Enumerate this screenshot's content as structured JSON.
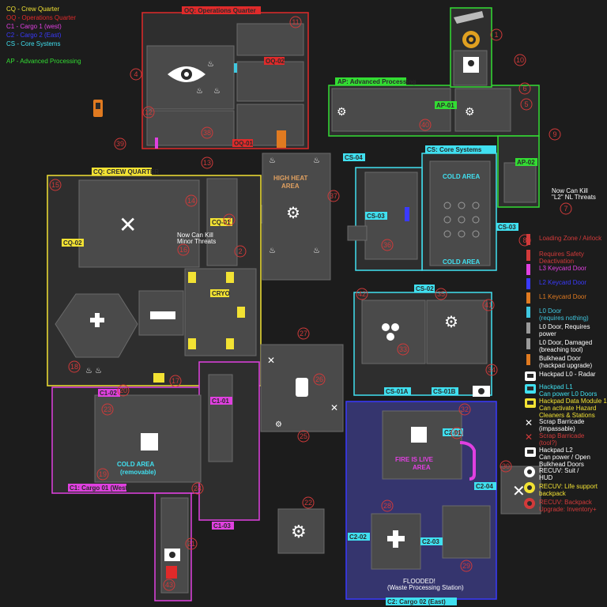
{
  "key": [
    {
      "text": "CQ - Crew Quarter",
      "color": "#f2e233"
    },
    {
      "text": "OQ - Operations Quarter",
      "color": "#e02a2a"
    },
    {
      "text": "C1 - Cargo 1 (west)",
      "color": "#e040e0"
    },
    {
      "text": "C2 - Cargo 2 (East)",
      "color": "#3a3aff"
    },
    {
      "text": "CS - Core Systems",
      "color": "#40e0f0"
    },
    {
      "text": "",
      "color": "#40e0f0"
    },
    {
      "text": "AP - Advanced Processing",
      "color": "#33dd33"
    }
  ],
  "zones": {
    "oq": "OQ: Operations Quarter",
    "ap": "AP: Advanced Processing",
    "cs": "CS: Core Systems",
    "cq": "CQ: CREW QUARTER",
    "c1": "C1: Cargo 01 (West)",
    "c2": "C2: Cargo 02 (East)"
  },
  "rooms": {
    "oq01": "OQ-01",
    "oq02": "OQ-02",
    "ap01": "AP-01",
    "ap02": "AP-02",
    "cs01a": "CS-01A",
    "cs01b": "CS-01B",
    "cs02": "CS-02",
    "cs03a": "CS-03",
    "cs03b": "CS-03",
    "cs04": "CS-04",
    "cq01": "CQ-01",
    "cq02": "CQ-02",
    "cryo": "CRYO",
    "c101": "C1-01",
    "c102": "C1-02",
    "c103": "C1-03",
    "c201": "C2-01",
    "c202": "C2-02",
    "c203": "C2-03",
    "c204": "C2-04"
  },
  "areas": {
    "high_heat": "HIGH HEAT",
    "high_heat2": "AREA",
    "cold_top": "COLD AREA",
    "cold_bottom": "COLD AREA",
    "cold_west1": "COLD AREA",
    "cold_west2": "(removable)",
    "fire": "FIRE IS LIVE",
    "fire2": "AREA",
    "flooded": "FLOODED!",
    "flooded2": "(Waste Processing Station)"
  },
  "notes": {
    "cq_threats": "Now Can Kill",
    "cq_threats2": "Minor Threats",
    "ap_threats": "Now Can Kill",
    "ap_threats2": "\"L2\" NL Threats"
  },
  "legend": [
    {
      "text": "Loading Zone / Airlock",
      "color": "#d23a3a",
      "icon": "loading-zone-icon"
    },
    {
      "text": "Requires Safety",
      "text2": "Deactivation",
      "color": "#d23a3a",
      "icon": "safety-door-icon"
    },
    {
      "text": "L3 Keycard Door",
      "color": "#e040e0",
      "icon": "l3-keycard-door-icon"
    },
    {
      "text": "L2 Keycard Door",
      "color": "#3a3aff",
      "icon": "l2-keycard-door-icon"
    },
    {
      "text": "L1 Keycard Door",
      "color": "#e07a20",
      "icon": "l1-keycard-door-icon"
    },
    {
      "text": "L0 Door",
      "text2": "(requires nothing)",
      "color": "#40c8e0",
      "icon": "l0-door-icon"
    },
    {
      "text": "L0 Door, Requires",
      "text2": "power",
      "color": "#ffffff",
      "icon": "l0-power-door-icon"
    },
    {
      "text": "L0 Door, Damaged",
      "text2": "(breaching tool)",
      "color": "#ffffff",
      "icon": "l0-damaged-door-icon"
    },
    {
      "text": "Bulkhead Door",
      "text2": "(hackpad upgrade)",
      "color": "#ffffff",
      "icon": "bulkhead-door-icon"
    },
    {
      "text": "Hackpad L0 - Radar",
      "color": "#ffffff",
      "icon": "hackpad-l0-icon"
    },
    {
      "text": "Hackpad L1",
      "text2": "Can power L0 Doors",
      "color": "#40e0f0",
      "icon": "hackpad-l1-icon"
    },
    {
      "text": "Hackpad Data Module 1",
      "text2": "Can activate Hazard",
      "text3": "Cleaners & Stations",
      "color": "#f2e233",
      "icon": "hackpad-data-module-icon"
    },
    {
      "text": "Scrap Barricade",
      "text2": "(impassable)",
      "color": "#ffffff",
      "icon": "scrap-barricade-icon"
    },
    {
      "text": "Scrap Barricade",
      "text2": "(tool?)",
      "color": "#d23a3a",
      "icon": "scrap-barricade-tool-icon"
    },
    {
      "text": "Hackpad L2",
      "text2": "Can power / Open",
      "text3": "Bulkhead Doors",
      "color": "#ffffff",
      "icon": "hackpad-l2-icon"
    },
    {
      "text": "RECUV: Suit /",
      "text2": "HUD",
      "color": "#ffffff",
      "icon": "recuv-suit-icon"
    },
    {
      "text": "RECUV: Life support",
      "text2": "backpack",
      "color": "#f2e233",
      "icon": "recuv-life-support-icon"
    },
    {
      "text": "RECUV: Backpack",
      "text2": "Upgrade: Inventory+",
      "color": "#d23a3a",
      "icon": "recuv-backpack-icon"
    }
  ],
  "markers": [
    "1",
    "2",
    "3",
    "4",
    "5",
    "6",
    "7",
    "8",
    "9",
    "10",
    "11",
    "12",
    "13",
    "14",
    "15",
    "16",
    "17",
    "18",
    "19",
    "20",
    "21",
    "22",
    "23",
    "24",
    "25",
    "26",
    "27",
    "28",
    "29",
    "30",
    "31",
    "32",
    "33",
    "34",
    "35",
    "36",
    "37",
    "38",
    "39",
    "40",
    "41",
    "42",
    "43"
  ],
  "colors": {
    "background": "#1c1c1c",
    "floor": "#4a4a4a",
    "wall": "#5a5a5a",
    "crew": "#f2e233",
    "ops": "#e02a2a",
    "cargo1": "#e040e0",
    "cargo2": "#3a3aff",
    "core": "#40e0f0",
    "advanced": "#33dd33"
  }
}
